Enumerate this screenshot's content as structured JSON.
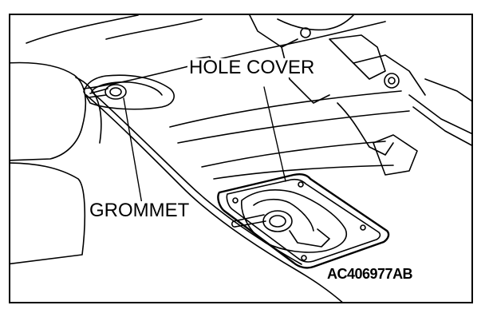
{
  "figure": {
    "labels": {
      "hole_cover": "HOLE COVER",
      "grommet": "GROMMET"
    },
    "figure_code": "AC406977AB"
  }
}
